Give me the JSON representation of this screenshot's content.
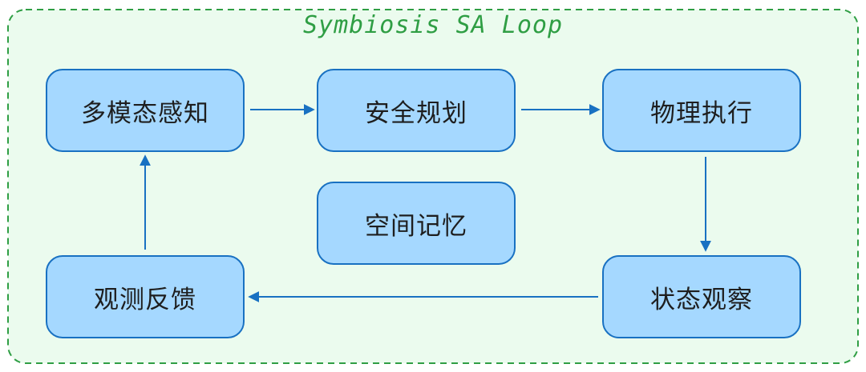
{
  "frame": {
    "title": "Symbiosis SA Loop"
  },
  "nodes": {
    "perception": "多模态感知",
    "planning": "安全规划",
    "execution": "物理执行",
    "memory": "空间记忆",
    "observation": "状态观察",
    "feedback": "观测反馈"
  },
  "colors": {
    "frame_stroke": "#2f9e44",
    "frame_fill": "#ebfbee",
    "node_fill": "#a5d8ff",
    "node_stroke": "#1971c2",
    "arrow": "#1971c2",
    "title": "#2f9e44"
  }
}
